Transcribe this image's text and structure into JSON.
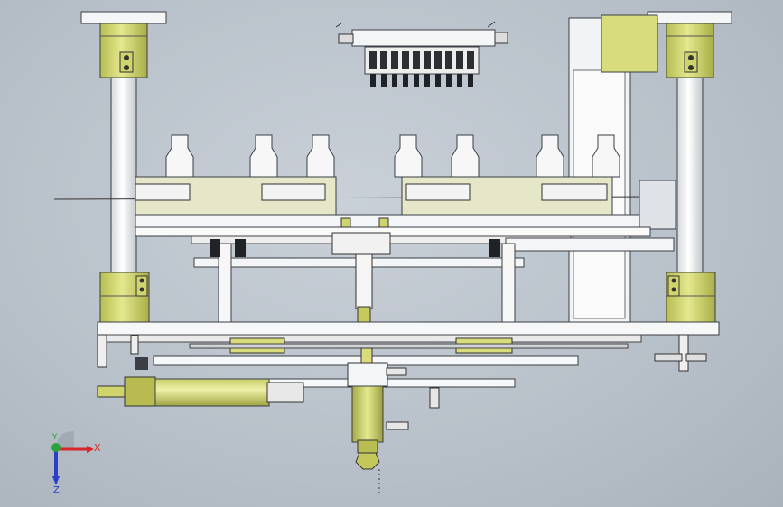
{
  "axes": {
    "x_label": "X",
    "y_label": "Y",
    "z_label": "Z"
  },
  "colors": {
    "background": "#b9c1ca",
    "metal_light": "#f4f5f6",
    "metal_edge": "#3a3f45",
    "accent_yellow": "#d7dc7a",
    "accent_yellow_dark": "#a7ad45",
    "axis_x": "#d9262a",
    "axis_y": "#2aa33a",
    "axis_z": "#2c3ec8"
  },
  "icons": [
    "triad-axis-icon"
  ]
}
